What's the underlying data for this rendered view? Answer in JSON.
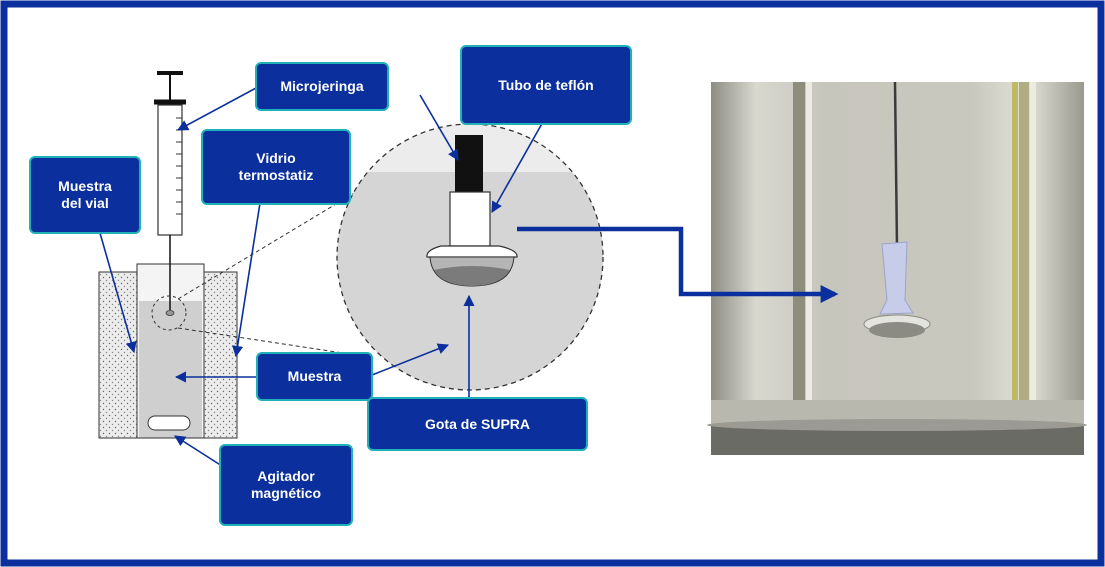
{
  "diagram": {
    "colors": {
      "border": "#0b2f9c",
      "label_fill": "#0b2f9c",
      "label_border": "#1fb0b8",
      "label_text": "#ffffff",
      "arrow": "#0b2f9c"
    },
    "labels": {
      "microjeringa": "Microjeringa",
      "tubo_teflon": "Tubo de teflón",
      "vidrio_termostatiz": "Vidrio\ntermostatiz",
      "muestra_vial": "Muestra\ndel vial",
      "muestra": "Muestra",
      "gota_supra": "Gota de SUPRA",
      "agitador": "Agitador\nmagnético"
    },
    "photo": {
      "description_icon": "drop-suspended-photo"
    }
  }
}
